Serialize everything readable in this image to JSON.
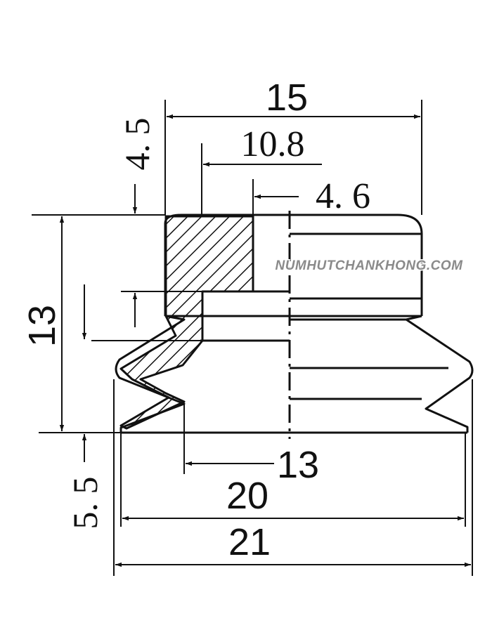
{
  "diagram": {
    "dimensions": {
      "top_width": "15",
      "inner_diameter": "10.8",
      "bore": "4. 6",
      "neck_height": "4. 5",
      "total_height": "13",
      "lip_height": "5. 5",
      "bellows_inner": "13",
      "bellows_outer": "20",
      "overall_width": "21"
    },
    "watermark": "NUMHUTCHANKHONG.COM"
  },
  "colors": {
    "line": "#111111",
    "watermark": "#8a8a8a"
  }
}
